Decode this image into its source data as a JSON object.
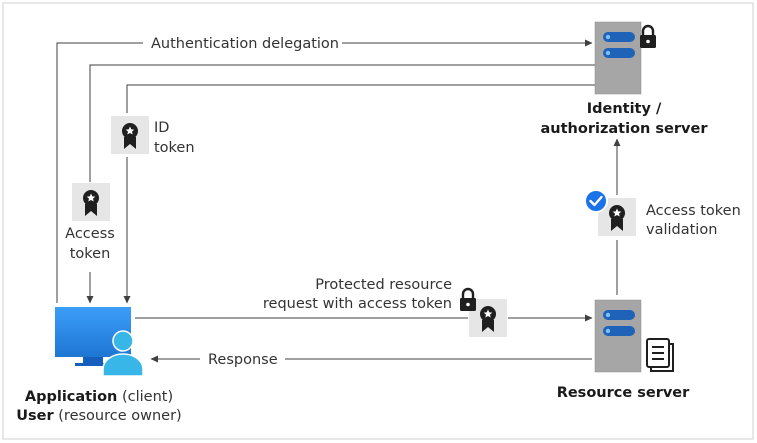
{
  "flows": {
    "authentication_delegation": "Authentication delegation",
    "id_token": [
      "ID",
      "token"
    ],
    "access_token": [
      "Access",
      "token"
    ],
    "protected_request": [
      "Protected resource",
      "request with access token"
    ],
    "response": "Response",
    "access_token_validation": [
      "Access token",
      "validation"
    ]
  },
  "nodes": {
    "identity_server": [
      "Identity /",
      "authorization server"
    ],
    "resource_server": "Resource server",
    "client": {
      "app_bold": "Application",
      "app_rest": " (client)",
      "user_bold": "User",
      "user_rest": " (resource owner)"
    }
  },
  "icons": {
    "lock": "lock-icon",
    "token_badge": "token-badge-icon",
    "server": "server-icon",
    "document": "document-icon",
    "check": "checkmark-icon",
    "monitor": "monitor-icon",
    "user": "user-icon"
  },
  "colors": {
    "line": "#404040",
    "server_body": "#a6a6a6",
    "server_led": "#1e63b8",
    "monitor": "#2d8ff0",
    "user": "#38b6e8",
    "check": "#1a73e8",
    "badge_bg": "#e6e6e6"
  }
}
